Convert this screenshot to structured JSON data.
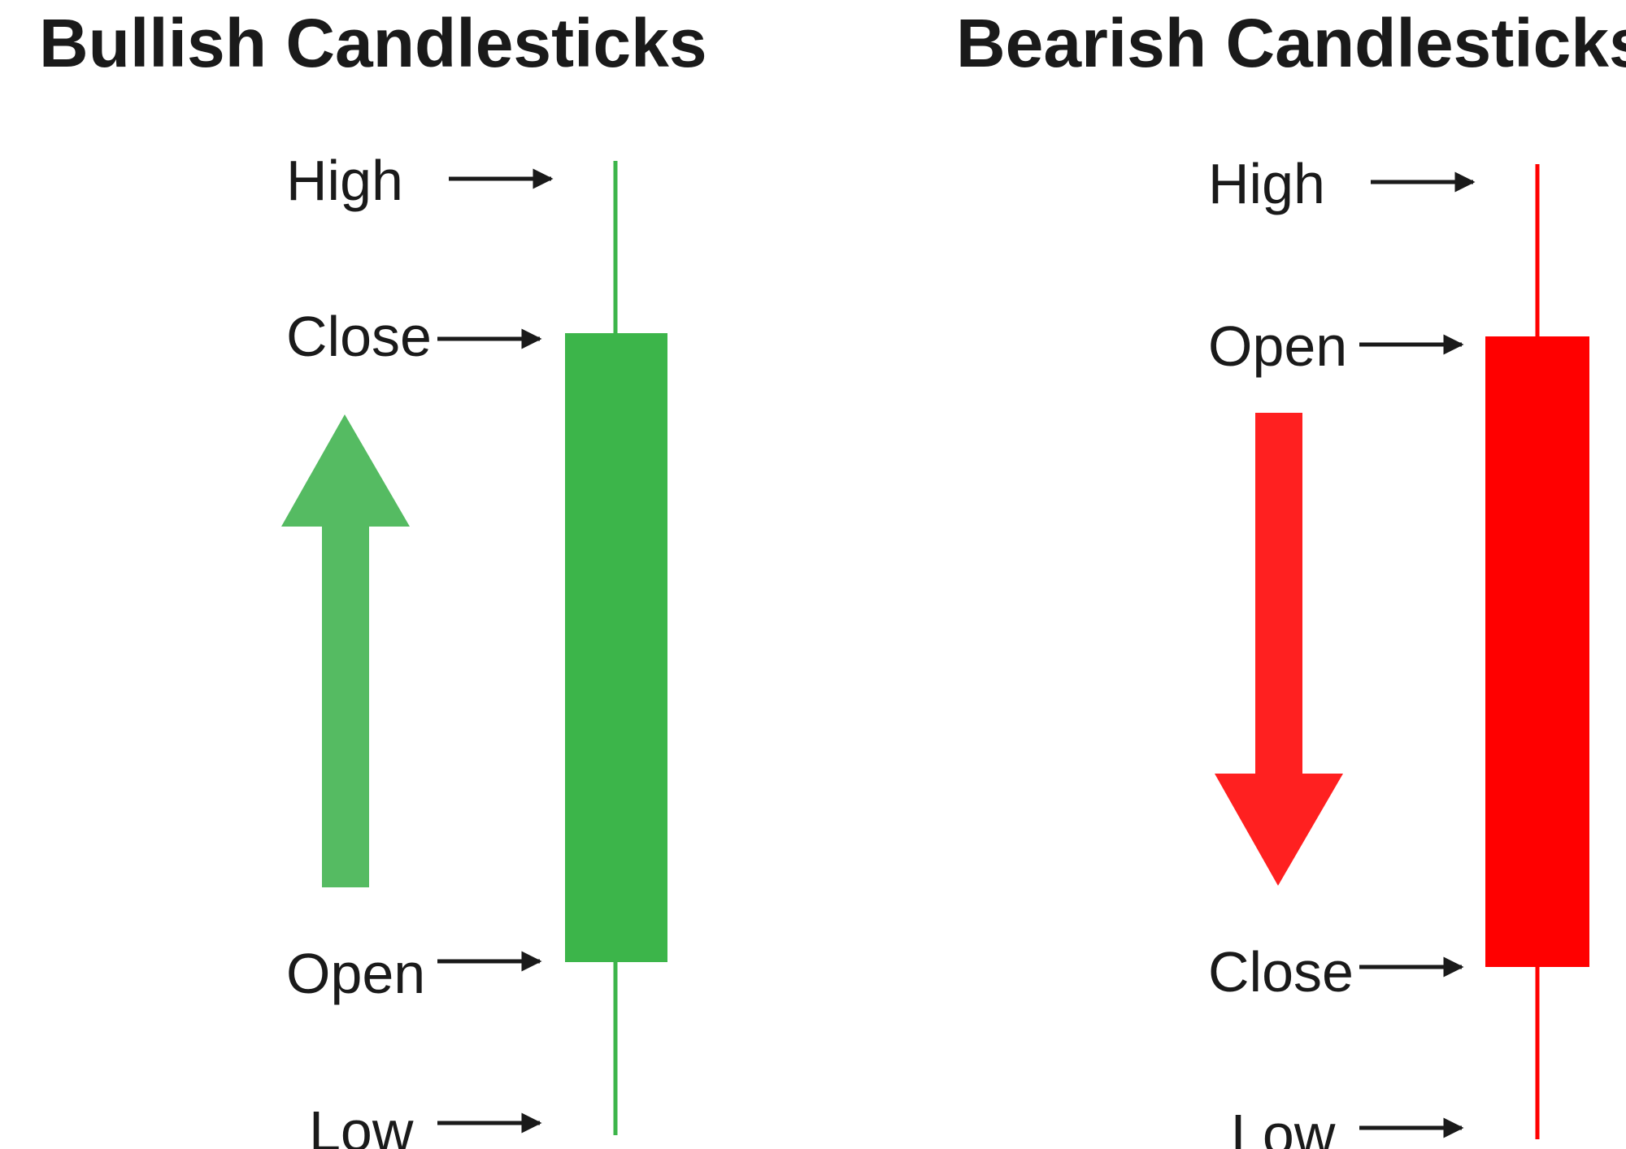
{
  "bullish": {
    "title": "Bullish Candlesticks",
    "labels": {
      "high": "High",
      "close": "Close",
      "open": "Open",
      "low": "Low"
    },
    "color": "#3cb54a",
    "arrow_color": "#55bb62",
    "direction_icon": "up-arrow-icon"
  },
  "bearish": {
    "title": "Bearish Candlesticks",
    "labels": {
      "high": "High",
      "open": "Open",
      "close": "Close",
      "low": "Low"
    },
    "color": "#ff0000",
    "arrow_color": "#ff2020",
    "direction_icon": "down-arrow-icon"
  },
  "pointer_color": "#1a1a1a"
}
